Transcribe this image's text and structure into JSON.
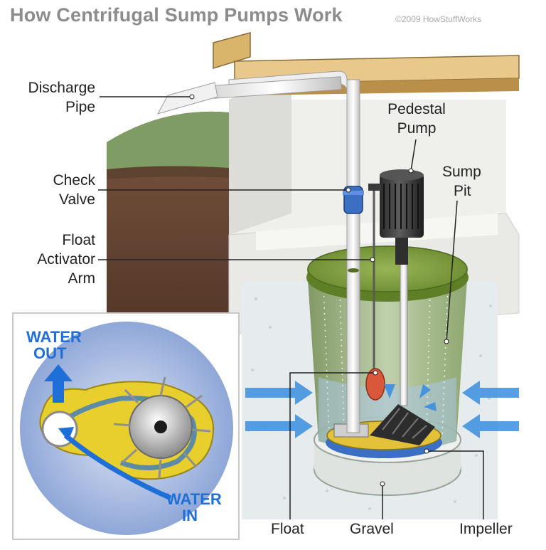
{
  "title": "How Centrifugal Sump Pumps Work",
  "copyright": "©2009 HowStuffWorks",
  "labels": {
    "discharge_pipe": [
      "Discharge",
      "Pipe"
    ],
    "check_valve": [
      "Check",
      "Valve"
    ],
    "float_activator_arm": [
      "Float",
      "Activator",
      "Arm"
    ],
    "pedestal_pump": [
      "Pedestal",
      "Pump"
    ],
    "sump_pit": [
      "Sump",
      "Pit"
    ],
    "float": "Float",
    "gravel": "Gravel",
    "impeller": "Impeller"
  },
  "inset": {
    "water_out": [
      "WATER",
      "OUT"
    ],
    "water_in": [
      "WATER",
      "IN"
    ]
  },
  "colors": {
    "title": "#8c8c8c",
    "water_arrow": "#3a8fe0",
    "pit": "#8fa86a",
    "lid": "#7e9b3f",
    "soil": "#6b4a35",
    "grass": "#7f9c64",
    "concrete": "#e9e9e6",
    "inset_blue": "#1f6fd8",
    "inset_yellow": "#e9cf2e",
    "float": "#d9583a"
  },
  "icons": [
    "water-flow-arrow",
    "up-arrow-icon",
    "curved-arrow-icon"
  ]
}
